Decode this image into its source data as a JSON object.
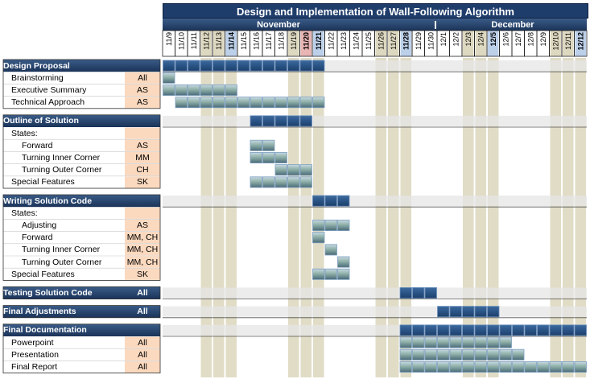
{
  "chart_data": {
    "type": "gantt",
    "title": "Design and Implementation of Wall-Following Algorithm",
    "months": [
      "November",
      "December"
    ],
    "dates": [
      "11/9",
      "11/10",
      "11/11",
      "11/12",
      "11/13",
      "11/14",
      "11/15",
      "11/16",
      "11/17",
      "11/18",
      "11/19",
      "11/20",
      "11/21",
      "11/22",
      "11/23",
      "11/24",
      "11/25",
      "11/26",
      "11/27",
      "11/28",
      "11/29",
      "11/30",
      "12/1",
      "12/2",
      "12/3",
      "12/4",
      "12/5",
      "12/6",
      "12/7",
      "12/8",
      "12/9",
      "12/10",
      "12/11",
      "12/12"
    ],
    "weekend_dates": [
      "11/12",
      "11/13",
      "11/19",
      "11/20",
      "11/26",
      "11/27",
      "12/3",
      "12/4",
      "12/10",
      "12/11"
    ],
    "highlight_dates": [
      "11/14",
      "11/21",
      "11/28",
      "12/5",
      "12/12"
    ],
    "today_date": "11/20",
    "colors": {
      "title": "#1f3d6b",
      "section": "#1f3d6b",
      "bar": "#2e5a8c",
      "task_bar": "#8fb0a8",
      "weekend": "#ddd8c0",
      "who_fill": "#fbd9bf",
      "today": "#e8b4b4",
      "highlight": "#bcd0ea"
    },
    "sections": [
      {
        "name": "Design Proposal",
        "who": "",
        "start": "11/9",
        "end": "11/21",
        "tasks": [
          {
            "name": "Brainstorming",
            "who": "All",
            "indent": 1,
            "start": "11/9",
            "end": "11/9"
          },
          {
            "name": "Executive Summary",
            "who": "AS",
            "indent": 1,
            "start": "11/9",
            "end": "11/14"
          },
          {
            "name": "Technical Approach",
            "who": "AS",
            "indent": 1,
            "start": "11/10",
            "end": "11/21"
          }
        ]
      },
      {
        "name": "Outline of Solution",
        "who": "",
        "start": "11/16",
        "end": "11/20",
        "tasks": [
          {
            "name": "States:",
            "who": "",
            "indent": 1,
            "start": null,
            "end": null
          },
          {
            "name": "Forward",
            "who": "AS",
            "indent": 2,
            "start": "11/16",
            "end": "11/17"
          },
          {
            "name": "Turning Inner Corner",
            "who": "MM",
            "indent": 2,
            "start": "11/16",
            "end": "11/18"
          },
          {
            "name": "Turning Outer Corner",
            "who": "CH",
            "indent": 2,
            "start": "11/18",
            "end": "11/20"
          },
          {
            "name": "Special Features",
            "who": "SK",
            "indent": 1,
            "start": "11/16",
            "end": "11/20"
          }
        ]
      },
      {
        "name": "Writing Solution Code",
        "who": "",
        "start": "11/21",
        "end": "11/23",
        "tasks": [
          {
            "name": "States:",
            "who": "",
            "indent": 1,
            "start": null,
            "end": null
          },
          {
            "name": "Adjusting",
            "who": "AS",
            "indent": 2,
            "start": "11/21",
            "end": "11/23"
          },
          {
            "name": "Forward",
            "who": "MM, CH",
            "indent": 2,
            "start": "11/21",
            "end": "11/21"
          },
          {
            "name": "Turning Inner Corner",
            "who": "MM, CH",
            "indent": 2,
            "start": "11/22",
            "end": "11/22"
          },
          {
            "name": "Turning Outer Corner",
            "who": "MM, CH",
            "indent": 2,
            "start": "11/23",
            "end": "11/23"
          },
          {
            "name": "Special Features",
            "who": "SK",
            "indent": 1,
            "start": "11/21",
            "end": "11/23"
          }
        ]
      },
      {
        "name": "Testing Solution Code",
        "who": "All",
        "start": "11/28",
        "end": "11/30",
        "tasks": []
      },
      {
        "name": "Final Adjustments",
        "who": "All",
        "start": "12/1",
        "end": "12/5",
        "tasks": []
      },
      {
        "name": "Final Documentation",
        "who": "",
        "start": "11/28",
        "end": "12/12",
        "tasks": [
          {
            "name": "Powerpoint",
            "who": "All",
            "indent": 1,
            "start": "11/28",
            "end": "12/6"
          },
          {
            "name": "Presentation",
            "who": "All",
            "indent": 1,
            "start": "11/28",
            "end": "12/7"
          },
          {
            "name": "Final Report",
            "who": "All",
            "indent": 1,
            "start": "11/28",
            "end": "12/12"
          }
        ]
      }
    ]
  }
}
